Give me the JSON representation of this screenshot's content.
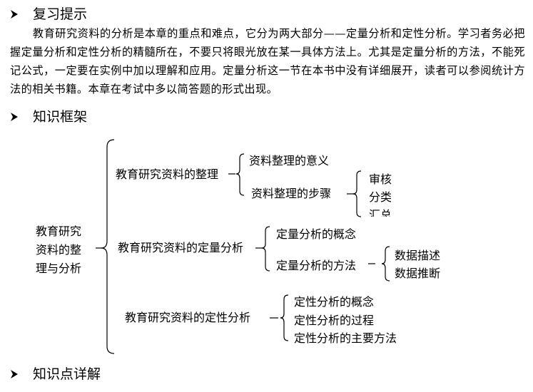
{
  "sections": {
    "review": {
      "title": "复习提示",
      "icon": "arrowhead-bullet-icon"
    },
    "framework": {
      "title": "知识框架",
      "icon": "arrowhead-bullet-icon"
    },
    "details": {
      "title": "知识点详解",
      "icon": "arrowhead-bullet-icon"
    }
  },
  "review_text": "教育研究资料的分析是本章的重点和难点，它分为两大部分——定量分析和定性分析。学习者务必把握定量分析和定性分析的精髓所在，不要只将眼光放在某一具体方法上。尤其是定量分析的方法，不能死记公式，一定要在实例中加以理解和应用。定量分析这一节在本书中没有详细展开，读者可以参阅统计方法的相关书籍。本章在考试中多以简答题的形式出现。",
  "tree": {
    "root_lines": [
      "教育研究",
      "资料的整",
      "理与分析"
    ],
    "branches": [
      {
        "label": "教育研究资料的整理",
        "children": [
          {
            "label": "资料整理的意义"
          },
          {
            "label": "资料整理的步骤",
            "children": [
              "审核",
              "分类",
              "汇总"
            ]
          }
        ]
      },
      {
        "label": "教育研究资料的定量分析",
        "children": [
          {
            "label": "定量分析的概念"
          },
          {
            "label": "定量分析的方法",
            "children": [
              "数据描述",
              "数据推断"
            ]
          }
        ]
      },
      {
        "label": "教育研究资料的定性分析",
        "children": [
          {
            "label": "定性分析的概念"
          },
          {
            "label": "定性分析的过程"
          },
          {
            "label": "定性分析的主要方法"
          }
        ]
      }
    ]
  }
}
